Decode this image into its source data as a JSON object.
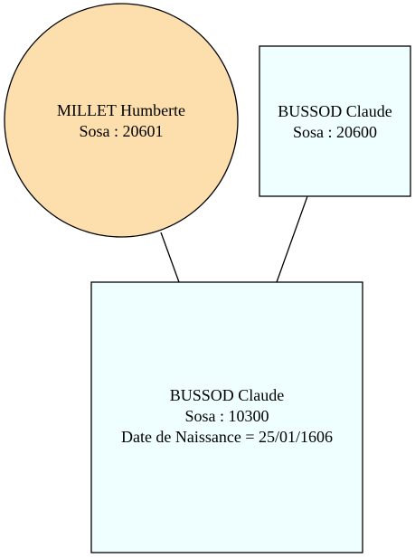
{
  "colors": {
    "female_fill": "#fddfae",
    "male_fill": "#efffff",
    "stroke": "#000000",
    "background": "#ffffff"
  },
  "nodes": {
    "mother": {
      "shape": "circle",
      "name": "MILLET Humberte",
      "sosa": "Sosa : 20601"
    },
    "father": {
      "shape": "box",
      "name": "BUSSOD Claude",
      "sosa": "Sosa : 20600"
    },
    "child": {
      "shape": "box",
      "name": "BUSSOD Claude",
      "sosa": "Sosa : 10300",
      "birth": "Date de Naissance = 25/01/1606"
    }
  },
  "edges": [
    {
      "from": "mother",
      "to": "child"
    },
    {
      "from": "father",
      "to": "child"
    }
  ]
}
